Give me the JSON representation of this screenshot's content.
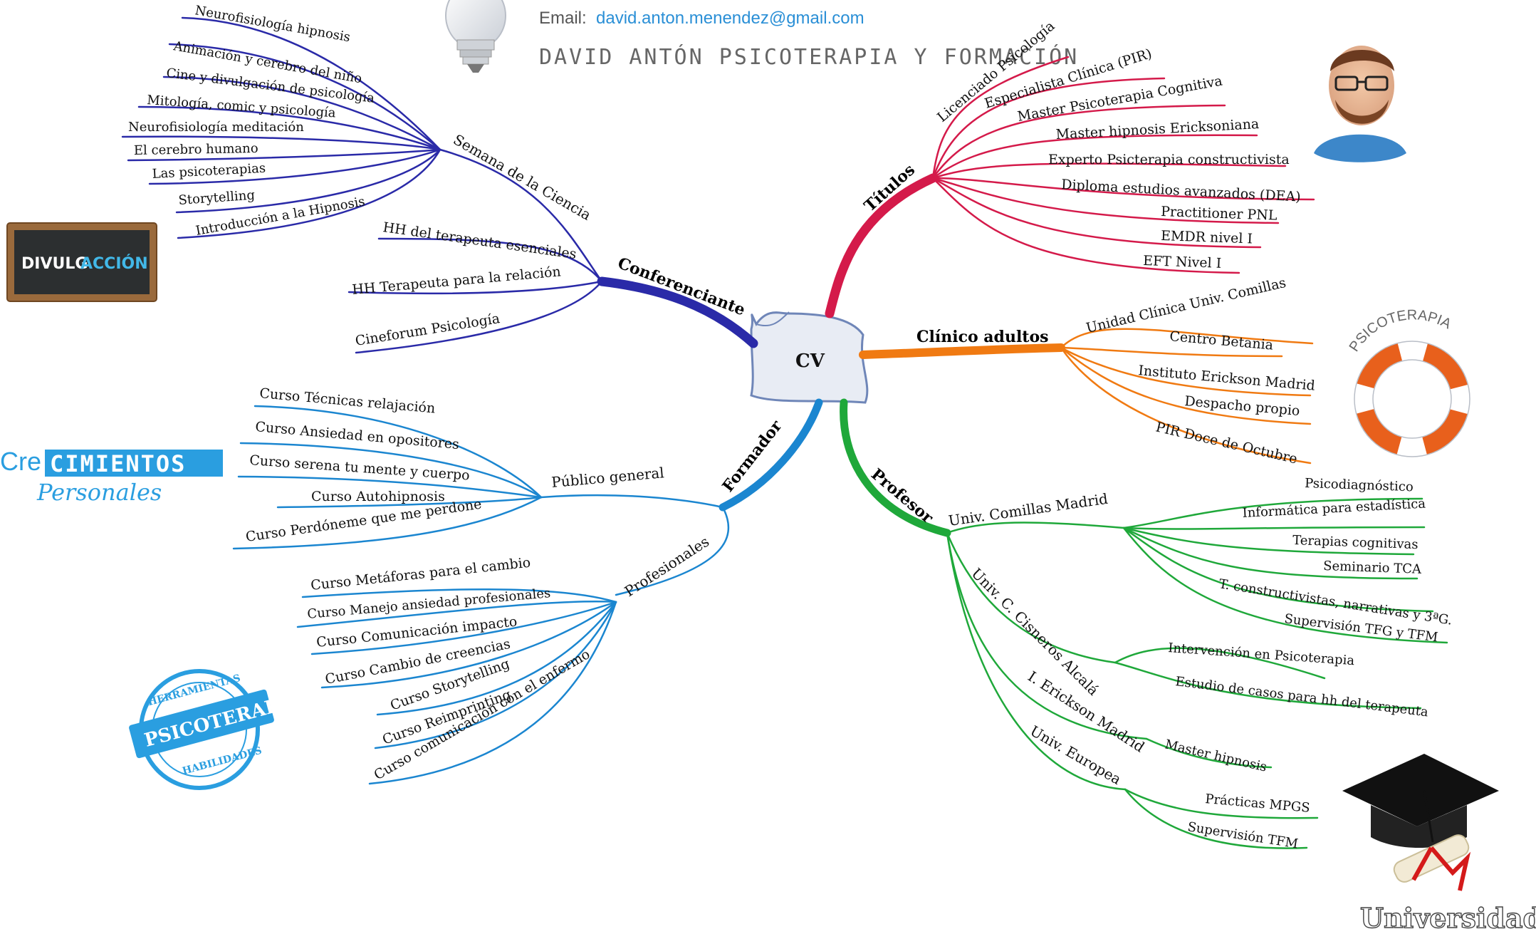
{
  "header": {
    "email_label": "Email:",
    "email": "david.anton.menendez@gmail.com",
    "brand": "DAVID ANTÓN PSICOTERAPIA Y FORMACIÓN"
  },
  "center": {
    "label": "CV"
  },
  "branches": {
    "titulos": {
      "label": "Títulos",
      "color": "#d41a4a",
      "items": [
        "Licenciado Psicología",
        "Especialista Clínica (PIR)",
        "Master Psicoterapia Cognitiva",
        "Master hipnosis Ericksoniana",
        "Experto Psicterapia constructivista",
        "Diploma estudios avanzados (DEA)",
        "Practitioner PNL",
        "EMDR nivel I",
        "EFT Nivel I"
      ]
    },
    "clinico": {
      "label": "Clínico adultos",
      "color": "#f07a12",
      "items": [
        "Unidad Clínica Univ. Comillas",
        "Centro Betania",
        "Instituto Erickson Madrid",
        "Despacho propio",
        "PIR Doce de Octubre"
      ]
    },
    "profesor": {
      "label": "Profesor",
      "color": "#1fa83a",
      "groups": [
        {
          "label": "Univ. Comillas Madrid",
          "items": [
            "Psicodiagnóstico",
            "Informática para estadística",
            "Terapias cognitivas",
            "Seminario TCA",
            "T. constructivistas, narrativas y 3ªG.",
            "Supervisión TFG y TFM"
          ]
        },
        {
          "label": "Univ. C. Cisneros Alcalá",
          "items": [
            "Intervención en Psicoterapia",
            "Estudio de casos para hh del terapeuta"
          ]
        },
        {
          "label": "I. Erickson Madrid",
          "items": [
            "Master hipnosis"
          ]
        },
        {
          "label": "Univ. Europea",
          "items": [
            "Prácticas MPGS",
            "Supervisión TFM"
          ]
        }
      ]
    },
    "formador": {
      "label": "Formador",
      "color": "#1b86d0",
      "groups": [
        {
          "label": "Público general",
          "items": [
            "Curso Técnicas relajación",
            "Curso Ansiedad en opositores",
            "Curso serena tu mente y cuerpo",
            "Curso Autohipnosis",
            "Curso Perdóneme que me perdone"
          ]
        },
        {
          "label": "Profesionales",
          "items": [
            "Curso Metáforas para el cambio",
            "Curso Manejo ansiedad profesionales",
            "Curso Comunicación impacto",
            "Curso Cambio de creencias",
            "Curso Storytelling",
            "Curso Reimprinting",
            "Curso comunicación con el enfermo"
          ]
        }
      ]
    },
    "conferenciante": {
      "label": "Conferenciante",
      "color": "#2a2aa8",
      "groups": [
        {
          "label": "Semana de la Ciencia",
          "items": [
            "Neurofisiología hipnosis",
            "Animación y cerebro del niño",
            "Cine y divulgación de psicología",
            "Mitología, comic y psicología",
            "Neurofisiología meditación",
            "El cerebro humano",
            "Las psicoterapias",
            "Storytelling",
            "Introducción a la Hipnosis"
          ]
        }
      ],
      "items": [
        "HH del terapeuta esenciales",
        "HH Terapeuta para la relación",
        "Cineforum Psicología"
      ]
    }
  },
  "decor": {
    "divulgaccion_a": "DIVULG",
    "divulgaccion_b": "ACCIÓN",
    "crecimientos_a": "Cre",
    "crecimientos_b": "CIMIENTOS",
    "crecimientos_c": "Personales",
    "psicoterapia_ring": "PSICOTERAPIA",
    "stamp_top": "HERRAMIENTAS",
    "stamp_mid": "PSICOTERAPIA",
    "stamp_bottom": "HABILIDADES",
    "universidad": "Universidad"
  }
}
